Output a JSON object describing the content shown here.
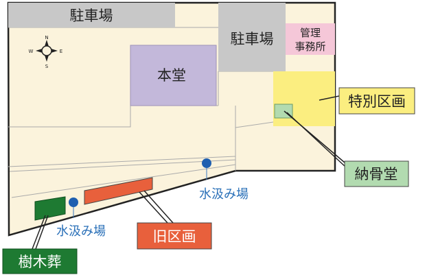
{
  "map": {
    "compass": {
      "n": "N",
      "s": "S",
      "e": "E",
      "w": "W"
    },
    "areas": {
      "parking_top": "駐車場",
      "parking_right": "駐車場",
      "office_line1": "管理",
      "office_line2": "事務所",
      "main_hall": "本堂"
    },
    "callouts": {
      "special_section": "特別区画",
      "ossuary": "納骨堂",
      "old_section": "旧区画",
      "tree_burial": "樹木葬"
    },
    "water": {
      "right": "水汲み場",
      "left": "水汲み場"
    },
    "colors": {
      "ground": "#fbf3dc",
      "parking": "#c8c8c8",
      "main_hall": "#c3b8da",
      "office": "#f5c7d8",
      "special_section": "#fbee80",
      "ossuary": "#b2dbb0",
      "old_section": "#e8603c",
      "tree_burial": "#1e7a32",
      "water_label": "#2a70b8",
      "water_dot": "#1f5fb0"
    }
  }
}
